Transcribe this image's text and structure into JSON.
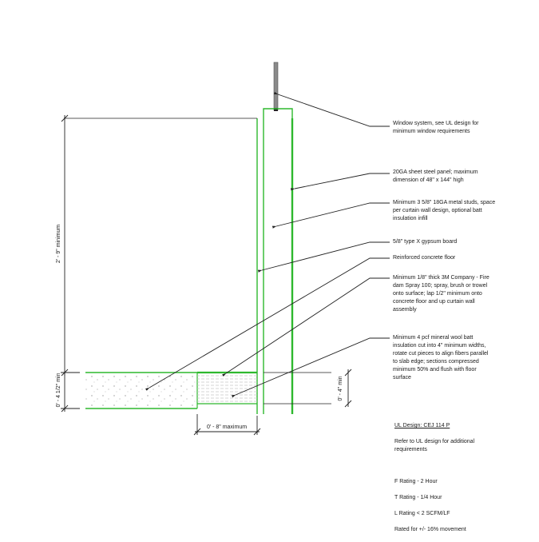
{
  "diagram": {
    "type": "curtain wall perimeter fire barrier detail",
    "colors": {
      "line": "#222222",
      "green": "#2eb82e",
      "mullion": "#666666",
      "hatch": "#b0b0b0"
    },
    "dimensions": {
      "height_min": "2' - 9\" minimum",
      "slab_thickness": "0' - 4 1/2\" min",
      "gap_width": "0' - 8\" maximum",
      "insulation_depth": "0' - 4\" min"
    },
    "callouts": [
      {
        "id": "window-system",
        "text": "Window system, see UL design for minimum window requirements"
      },
      {
        "id": "steel-panel",
        "text": "20GA sheet steel panel; maximum dimension of 48\" x 144\" high"
      },
      {
        "id": "metal-studs",
        "text": "Minimum 3 5/8\" 18GA metal studs, space per curtain wall design, optional batt insulation infill"
      },
      {
        "id": "gypsum-board",
        "text": "5/8\" type X gypsum board"
      },
      {
        "id": "concrete-floor",
        "text": "Reinforced concrete floor"
      },
      {
        "id": "firestop-spray",
        "text": "Minimum 1/8\" thick 3M Company - Fire dam Spray 100; spray, brush or trowel onto surface; lap 1/2\" minimum onto concrete floor and up curtain wall assembly"
      },
      {
        "id": "mineral-wool",
        "text": "Minimum 4 pcf mineral wool batt insulation cut into 4\" minimum widths, rotate cut pieces to align fibers parallel to slab edge; sections compressed minimum 50% and flush with floor surface"
      }
    ],
    "ul_notes": {
      "title": "UL Design: CEJ 114 P",
      "subtitle": "Refer to UL design for additional requirements",
      "ratings": [
        "F Rating - 2 Hour",
        "T Rating - 1/4 Hour",
        "L Rating < 2 SCFM/LF",
        "Rated for +/- 16% movement"
      ]
    }
  }
}
